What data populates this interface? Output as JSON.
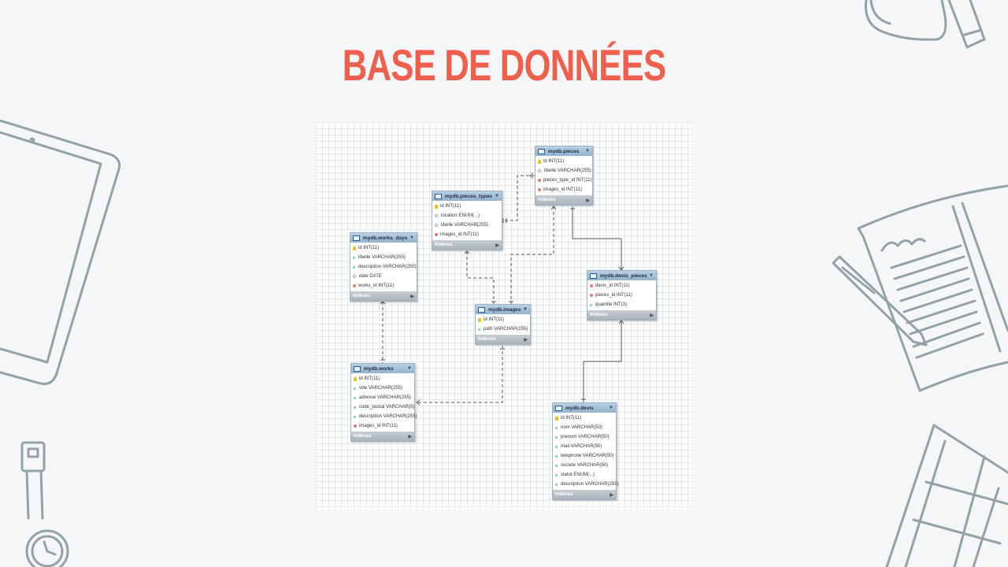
{
  "slide": {
    "title": "BASE DE DONNÉES"
  },
  "diagram": {
    "indexes_label": "Indexes",
    "tables": [
      {
        "id": "pieces",
        "name": "mydb.pieces",
        "columns": [
          {
            "text": "id INT(11)",
            "key": "pk"
          },
          {
            "text": "libelle VARCHAR(255)",
            "key": "col-h"
          },
          {
            "text": "pieces_type_id INT(11)",
            "key": "fk"
          },
          {
            "text": "images_id INT(11)",
            "key": "fk"
          }
        ]
      },
      {
        "id": "pieces_types",
        "name": "mydb.pieces_types",
        "columns": [
          {
            "text": "id INT(11)",
            "key": "pk"
          },
          {
            "text": "location ENUM(...)",
            "key": "col-h"
          },
          {
            "text": "libelle VARCHAR(255)",
            "key": "col-h"
          },
          {
            "text": "images_id INT(11)",
            "key": "fk"
          }
        ]
      },
      {
        "id": "works_days",
        "name": "mydb.works_days",
        "columns": [
          {
            "text": "id INT(11)",
            "key": "pk"
          },
          {
            "text": "libelle VARCHAR(255)",
            "key": "col-d"
          },
          {
            "text": "description VARCHAR(255)",
            "key": "col-d"
          },
          {
            "text": "date DATE",
            "key": "col-h"
          },
          {
            "text": "works_id INT(11)",
            "key": "fk"
          }
        ]
      },
      {
        "id": "images",
        "name": "mydb.images",
        "columns": [
          {
            "text": "id INT(11)",
            "key": "pk"
          },
          {
            "text": "path VARCHAR(255)",
            "key": "col-d"
          }
        ]
      },
      {
        "id": "devis_pieces",
        "name": "mydb.devis_pieces",
        "columns": [
          {
            "text": "devis_id INT(11)",
            "key": "pk"
          },
          {
            "text": "pieces_id INT(11)",
            "key": "pk"
          },
          {
            "text": "quantite INT(3)",
            "key": "col-d"
          }
        ]
      },
      {
        "id": "works",
        "name": "mydb.works",
        "columns": [
          {
            "text": "id INT(11)",
            "key": "pk"
          },
          {
            "text": "ville VARCHAR(255)",
            "key": "col-d"
          },
          {
            "text": "adresse VARCHAR(255)",
            "key": "col-d"
          },
          {
            "text": "code_postal VARCHAR(5)",
            "key": "col-d"
          },
          {
            "text": "description VARCHAR(255)",
            "key": "col-d"
          },
          {
            "text": "images_id INT(11)",
            "key": "fk"
          }
        ]
      },
      {
        "id": "devis",
        "name": "mydb.devis",
        "columns": [
          {
            "text": "id INT(11)",
            "key": "pk"
          },
          {
            "text": "nom VARCHAR(50)",
            "key": "col-d"
          },
          {
            "text": "prenom VARCHAR(50)",
            "key": "col-d"
          },
          {
            "text": "mail VARCHAR(50)",
            "key": "col-d"
          },
          {
            "text": "telephone VARCHAR(50)",
            "key": "col-d"
          },
          {
            "text": "societe VARCHAR(50)",
            "key": "col-d"
          },
          {
            "text": "statut ENUM(...)",
            "key": "col-d"
          },
          {
            "text": "description VARCHAR(255)",
            "key": "col-d"
          }
        ]
      }
    ]
  }
}
